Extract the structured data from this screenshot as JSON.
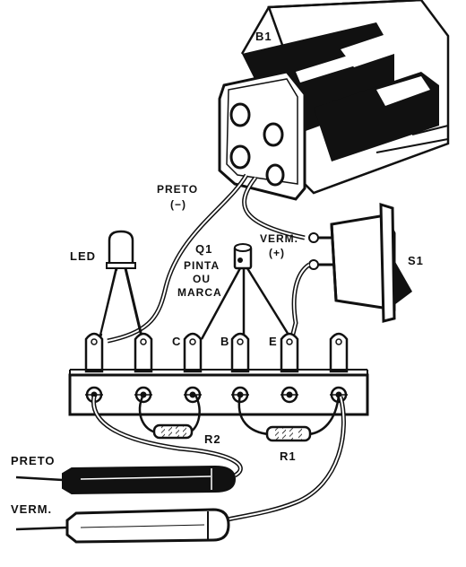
{
  "labels": {
    "battery": "B1",
    "black_wire": "PRETO",
    "minus": "(−)",
    "red_wire": "VERM.",
    "plus": "(+)",
    "switch": "S1",
    "led": "LED",
    "transistor": "Q1",
    "paint_line1": "PINTA",
    "paint_line2": "OU",
    "paint_line3": "MARCA",
    "collector": "C",
    "base": "B",
    "emitter": "E",
    "r2": "R2",
    "r1": "R1",
    "probe_black": "PRETO",
    "probe_red": "VERM."
  },
  "colors": {
    "ink": "#111111",
    "paper": "#ffffff",
    "shade": "#d9d9d9"
  }
}
